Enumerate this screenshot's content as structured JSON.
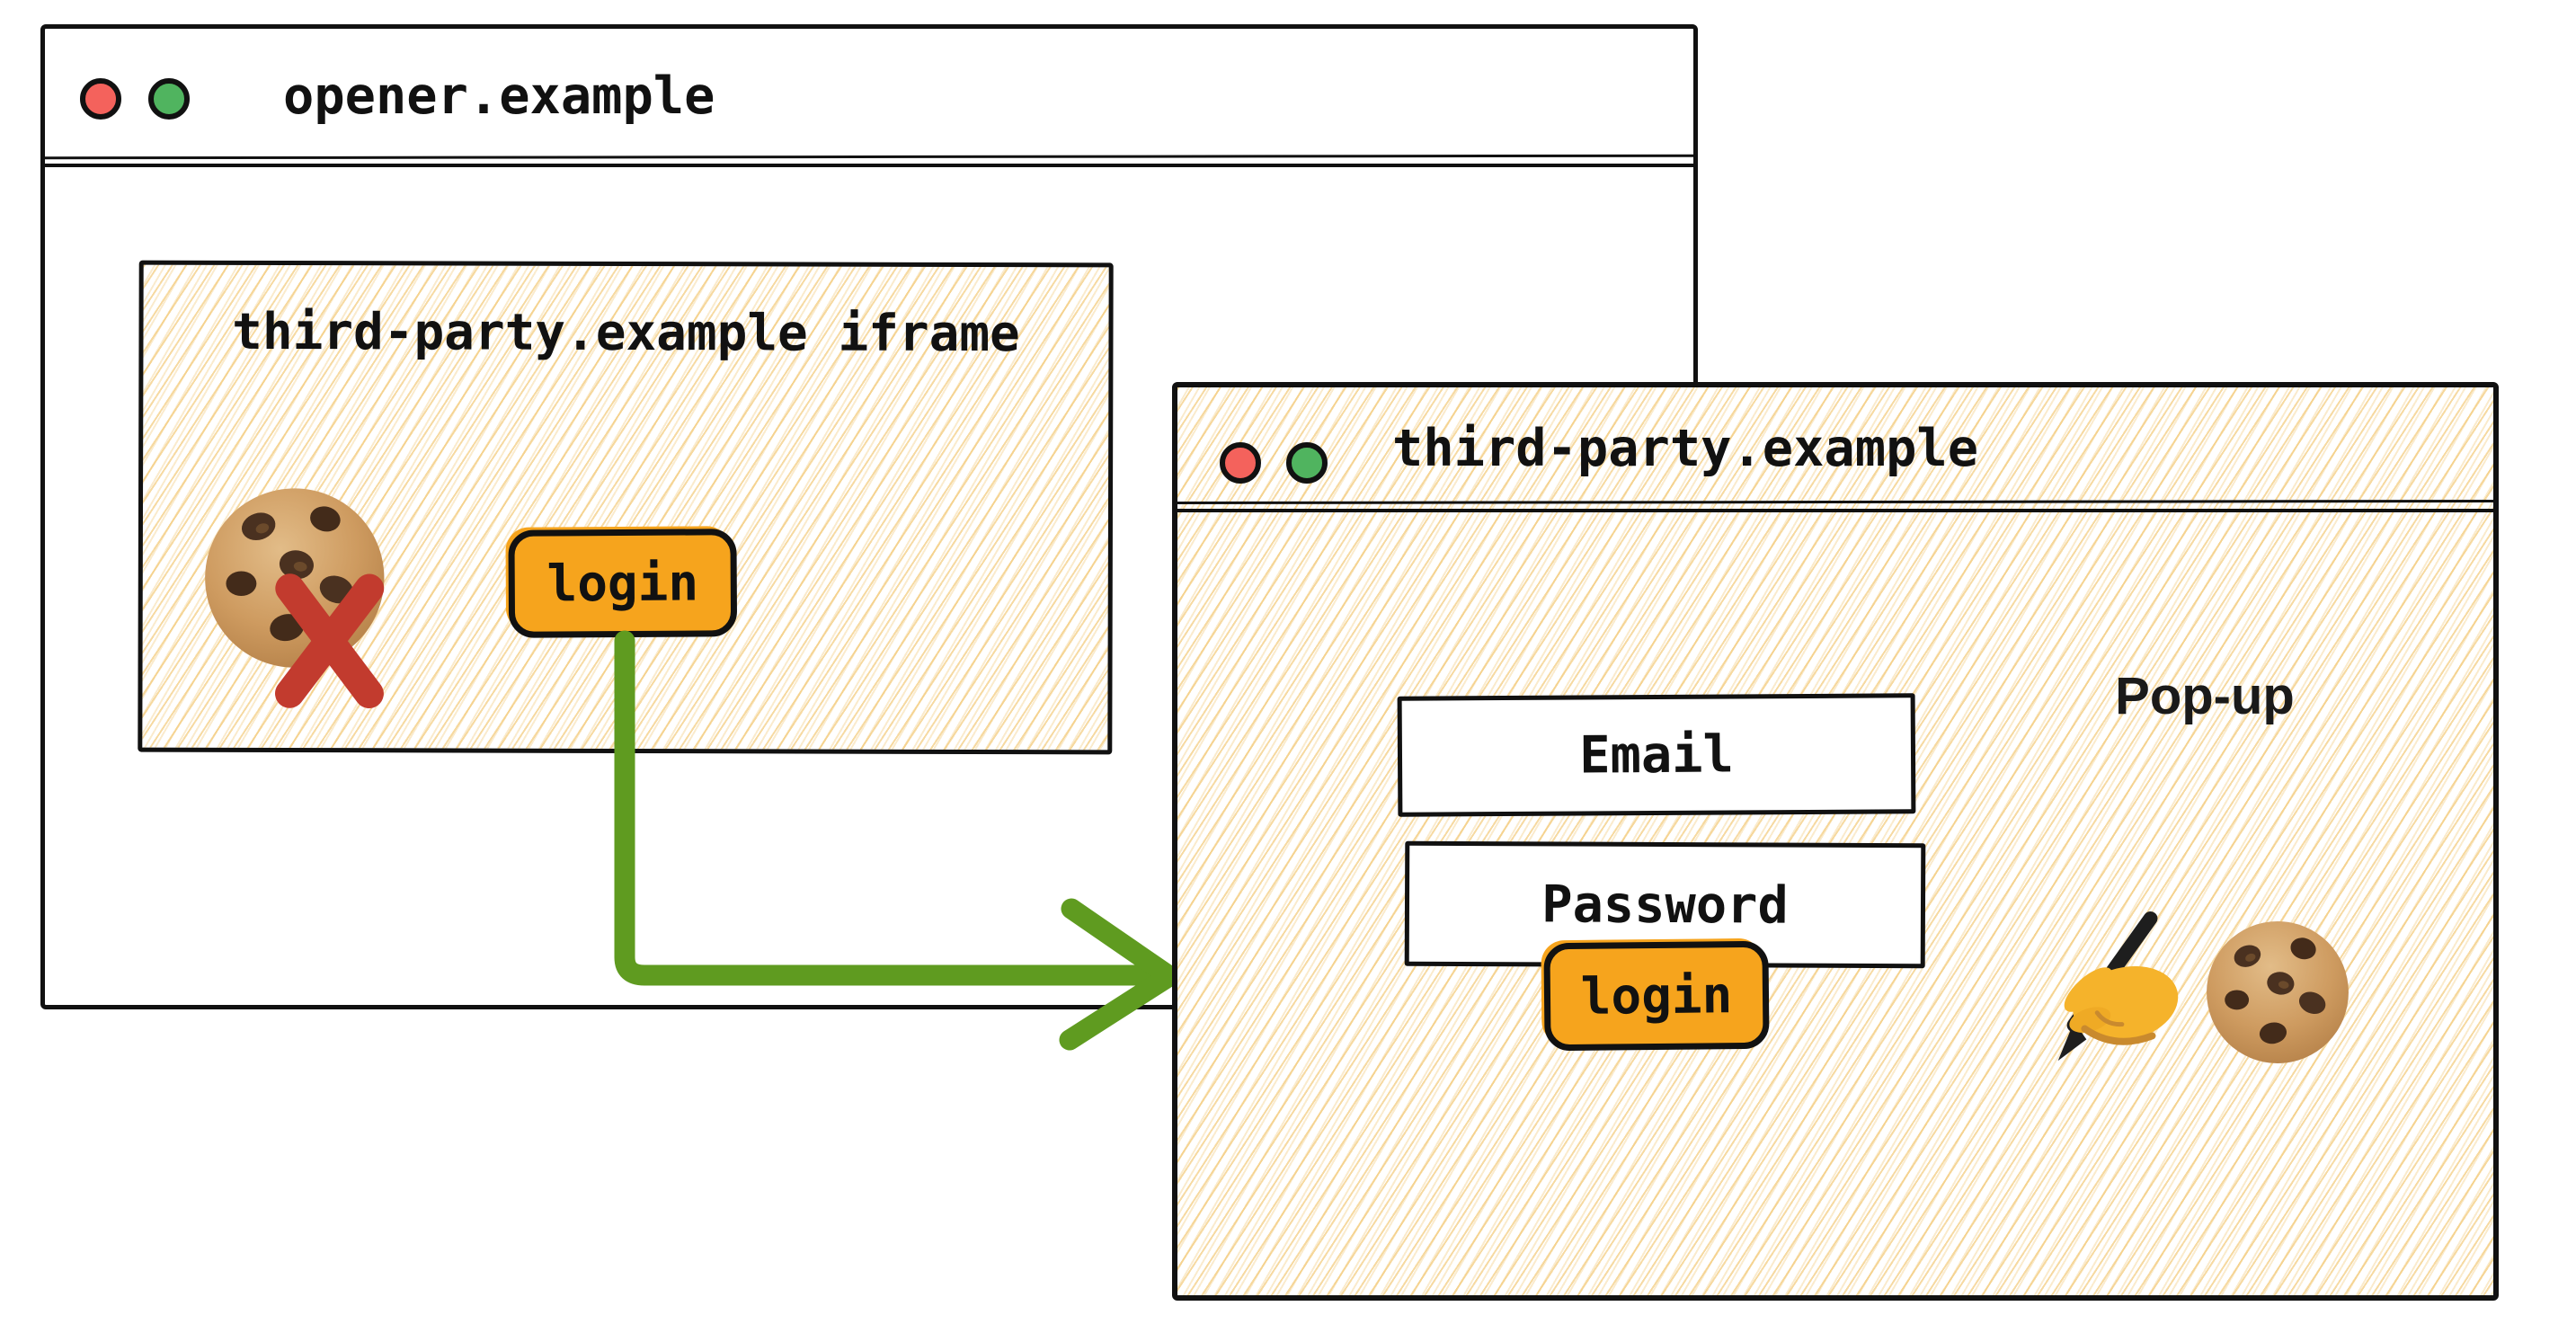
{
  "opener_window": {
    "title": "opener.example",
    "iframe": {
      "label": "third-party.example iframe",
      "login_button_label": "login"
    }
  },
  "popup_window": {
    "title": "third-party.example",
    "window_label": "Pop-up",
    "email_field_label": "Email",
    "password_field_label": "Password",
    "login_button_label": "login"
  },
  "icons": {
    "opener_traffic_lights": [
      "red-light",
      "green-light"
    ],
    "popup_traffic_lights": [
      "red-light",
      "green-light"
    ],
    "blocked_third_party_cookie": "cookie-icon with red cross-mark-icon",
    "login_to_popup_connector": "green-elbow-arrow-icon",
    "popup_cookie_write": "writing-hand-icon and cookie-icon"
  },
  "colors": {
    "ink": "#111111",
    "window_background": "#FFFFFF",
    "hatch_line": "#F2C670",
    "button_orange": "#F6A41D",
    "arrow_green": "#5F9B20",
    "cross_red": "#C23B2E",
    "traffic_red": "#F4625C",
    "traffic_green": "#50B45F",
    "cookie_body": "#CE9B60",
    "cookie_chip": "#4A3120",
    "hand_skin": "#F5B32B"
  }
}
